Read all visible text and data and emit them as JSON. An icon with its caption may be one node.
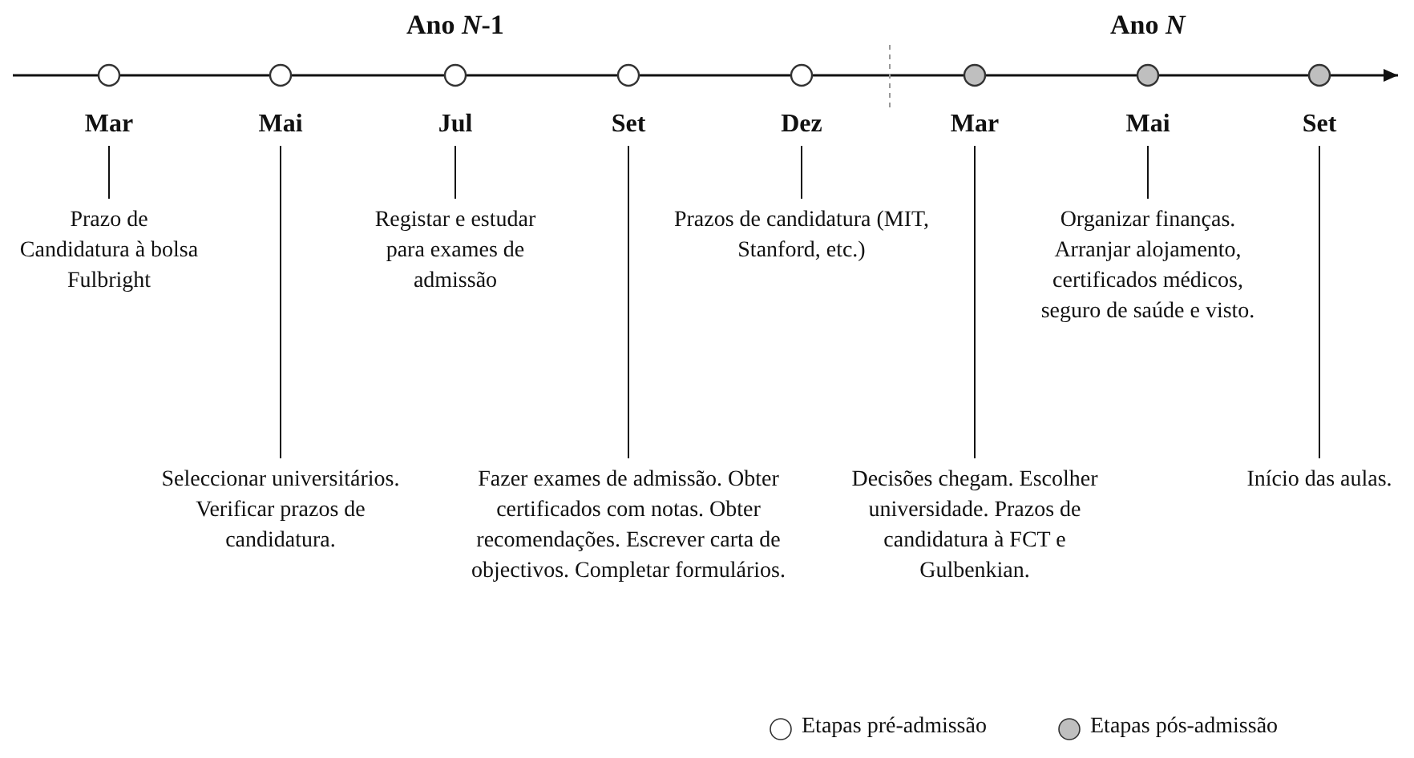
{
  "diagram": {
    "nodes": [
      {
        "text": [
          "Mar"
        ]
      },
      {
        "text": [
          "Mai"
        ]
      },
      {
        "text": [
          "Jul"
        ]
      },
      {
        "text": [
          "Set"
        ]
      },
      {
        "text": [
          "Dez"
        ]
      },
      {
        "text": [
          "Mar"
        ]
      },
      {
        "text": [
          "Mai"
        ]
      },
      {
        "text": [
          "Set"
        ]
      },
      {
        "text": [
          "Prazo de Candidatura à bolsa Fulbright"
        ]
      },
      {
        "text": [
          "Seleccionar universitários. Verificar prazos de candidatura."
        ]
      },
      {
        "text": [
          "Registar e estudar para exames de admissão"
        ]
      },
      {
        "text": [
          "Fazer exames de admissão. Obter certificados com notas. Obter recomendações. Escrever carta de objectivos. Completar formulários."
        ]
      },
      {
        "text": [
          "Prazos de candidatura (MIT, Stanford, etc.)"
        ]
      },
      {
        "text": [
          "Decisões chegam. Escolher universidade. Prazos de candidatura à FCT e Gulbenkian."
        ]
      },
      {
        "text": [
          "Organizar finanças. Arranjar alojamento, certificados médicos, seguro de saúde e visto."
        ]
      },
      {
        "text": [
          "Início das aulas."
        ]
      }
    ],
    "edges": [
      {
        "from": 0,
        "to": 8,
        "arrow": "none"
      },
      {
        "from": 1,
        "to": 9,
        "arrow": "none"
      },
      {
        "from": 2,
        "to": 10,
        "arrow": "none"
      },
      {
        "from": 3,
        "to": 11,
        "arrow": "none"
      },
      {
        "from": 4,
        "to": 12,
        "arrow": "none"
      },
      {
        "from": 5,
        "to": 13,
        "arrow": "none"
      },
      {
        "from": 6,
        "to": 14,
        "arrow": "none"
      },
      {
        "from": 7,
        "to": 15,
        "arrow": "none"
      }
    ],
    "labels": [
      "Ano *N*-1",
      "Ano *N*"
    ],
    "legend": [
      {
        "text": "Etapas pré-admissão",
        "color": "#ffffff"
      },
      {
        "text": "Etapas pós-admissão",
        "color": "#bfbfbf"
      }
    ]
  }
}
